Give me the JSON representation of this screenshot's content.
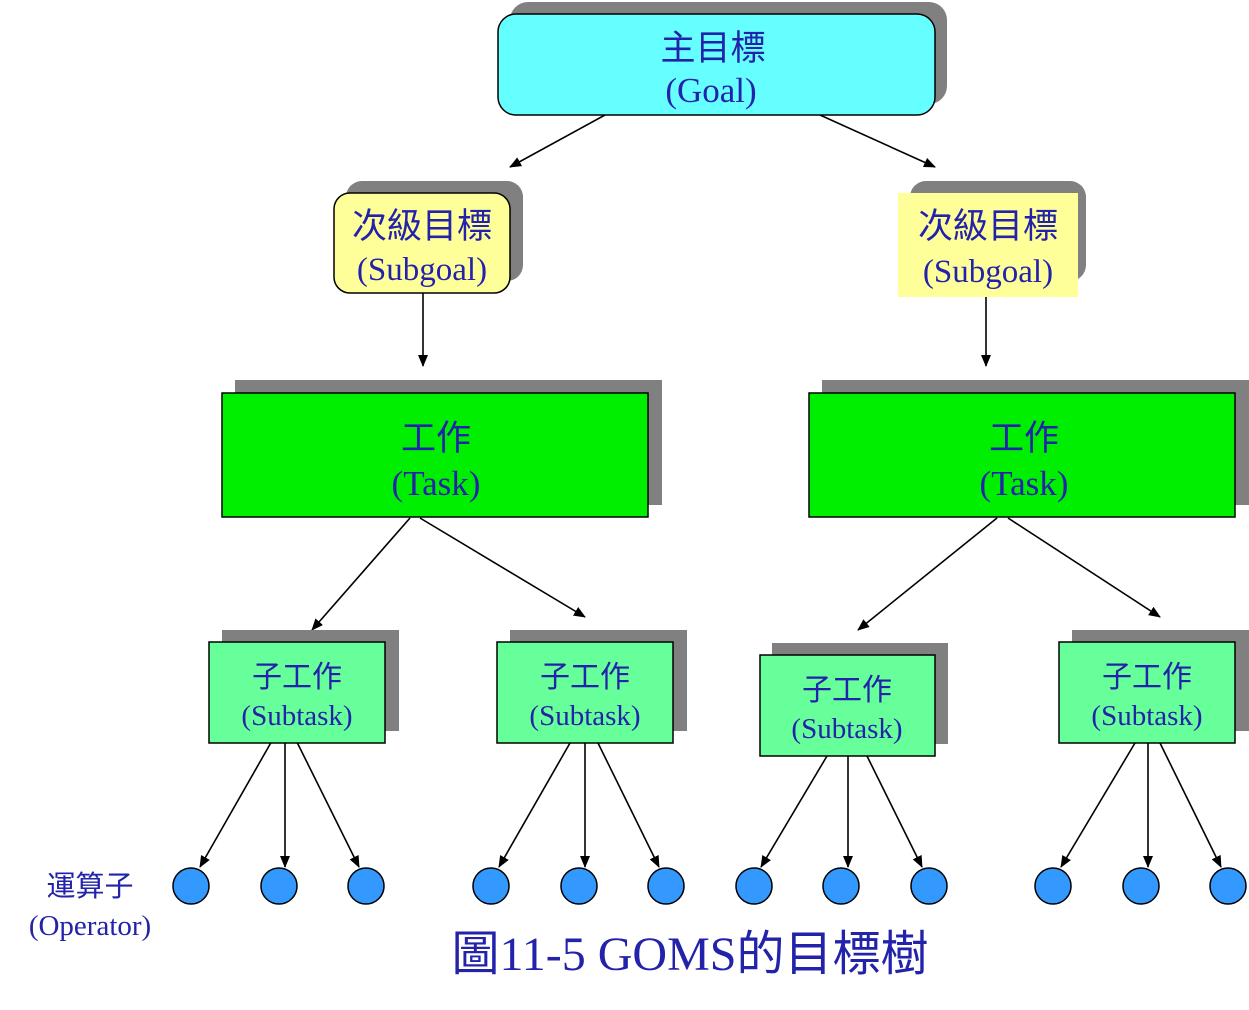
{
  "goal": {
    "line1": "主目標",
    "line2": "(Goal)"
  },
  "subgoals": [
    {
      "line1": "次級目標",
      "line2": "(Subgoal)"
    },
    {
      "line1": "次級目標",
      "line2": "(Subgoal)"
    }
  ],
  "tasks": [
    {
      "line1": "工作",
      "line2": "(Task)"
    },
    {
      "line1": "工作",
      "line2": "(Task)"
    }
  ],
  "subtasks": [
    {
      "line1": "子工作",
      "line2": "(Subtask)"
    },
    {
      "line1": "子工作",
      "line2": "(Subtask)"
    },
    {
      "line1": "子工作",
      "line2": "(Subtask)"
    },
    {
      "line1": "子工作",
      "line2": "(Subtask)"
    }
  ],
  "operator_label": {
    "line1": "運算子",
    "line2": "(Operator)"
  },
  "caption": "圖11-5 GOMS的目標樹",
  "colors": {
    "goal_fill": "#66ffff",
    "subgoal_fill": "#ffff99",
    "task_fill": "#00ee00",
    "subtask_fill": "#66ff99",
    "operator_fill": "#3399ff",
    "shadow": "#808080",
    "text": "#2222aa"
  }
}
